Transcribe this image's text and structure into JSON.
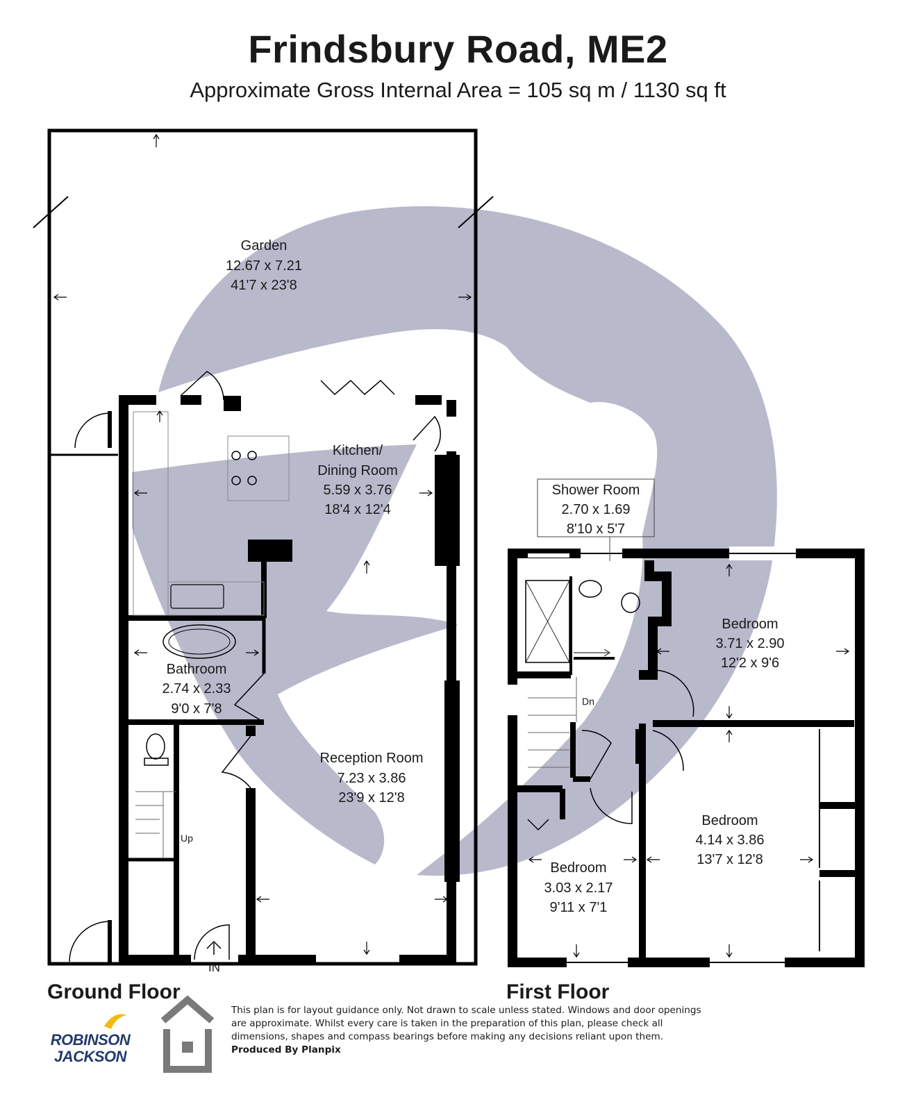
{
  "header": {
    "title": "Frindsbury Road, ME2",
    "subtitle": "Approximate Gross Internal Area = 105 sq m / 1130 sq ft"
  },
  "rooms": {
    "garden": {
      "name": "Garden",
      "metric": "12.67 x 7.21",
      "imperial": "41'7 x 23'8"
    },
    "kitchen": {
      "name1": "Kitchen/",
      "name2": "Dining Room",
      "metric": "5.59 x 3.76",
      "imperial": "18'4 x 12'4"
    },
    "bathroom": {
      "name": "Bathroom",
      "metric": "2.74 x 2.33",
      "imperial": "9'0 x 7'8"
    },
    "reception": {
      "name": "Reception Room",
      "metric": "7.23 x 3.86",
      "imperial": "23'9 x 12'8"
    },
    "shower": {
      "name": "Shower Room",
      "metric": "2.70 x 1.69",
      "imperial": "8'10 x 5'7"
    },
    "bedroom1": {
      "name": "Bedroom",
      "metric": "3.71 x 2.90",
      "imperial": "12'2 x 9'6"
    },
    "bedroom2": {
      "name": "Bedroom",
      "metric": "4.14 x 3.86",
      "imperial": "13'7 x 12'8"
    },
    "bedroom3": {
      "name": "Bedroom",
      "metric": "3.03 x 2.17",
      "imperial": "9'11 x 7'1"
    }
  },
  "markers": {
    "up": "Up",
    "dn": "Dn",
    "entrance": "IN"
  },
  "floors": {
    "ground": "Ground Floor",
    "first": "First Floor"
  },
  "disclaimer": {
    "line1": "This plan is for layout guidance only. Not drawn to scale unless stated. Windows and door openings",
    "line2": "are approximate. Whilst every care is taken in the preparation of this plan, please check all",
    "line3": "dimensions, shapes and compass bearings before making any decisions reliant upon them.",
    "produced_by": "Produced By Planpix"
  },
  "brand": {
    "line1": "ROBINSON",
    "line2": "JACKSON"
  },
  "colors": {
    "wall": "#000000",
    "watermark": "#b9b9cc",
    "brand": "#233a6b",
    "brand_accent": "#f2b90f",
    "logo_grey": "#7a7a7a"
  }
}
